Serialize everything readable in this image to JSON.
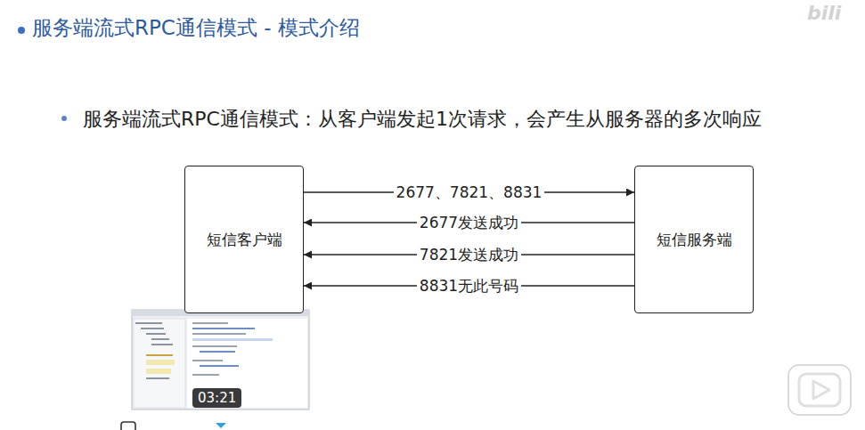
{
  "diagram": {
    "title": "服务端流式RPC通信模式 - 模式介绍",
    "nodes": [
      {
        "text": [
          "短信客户端"
        ]
      },
      {
        "text": [
          "短信服务端"
        ]
      }
    ],
    "edges": [
      {
        "from": 0,
        "to": 1,
        "arrow": "to",
        "label": "2677、7821、8831"
      },
      {
        "from": 1,
        "to": 0,
        "arrow": "to",
        "label": "2677发送成功"
      },
      {
        "from": 1,
        "to": 0,
        "arrow": "to",
        "label": "7821发送成功"
      },
      {
        "from": 1,
        "to": 0,
        "arrow": "to",
        "label": "8831无此号码"
      }
    ],
    "labels": [
      "服务端流式RPC通信模式：从客户端发起1次请求，会产生从服务器的多次响应",
      "03:21",
      "bili"
    ]
  }
}
